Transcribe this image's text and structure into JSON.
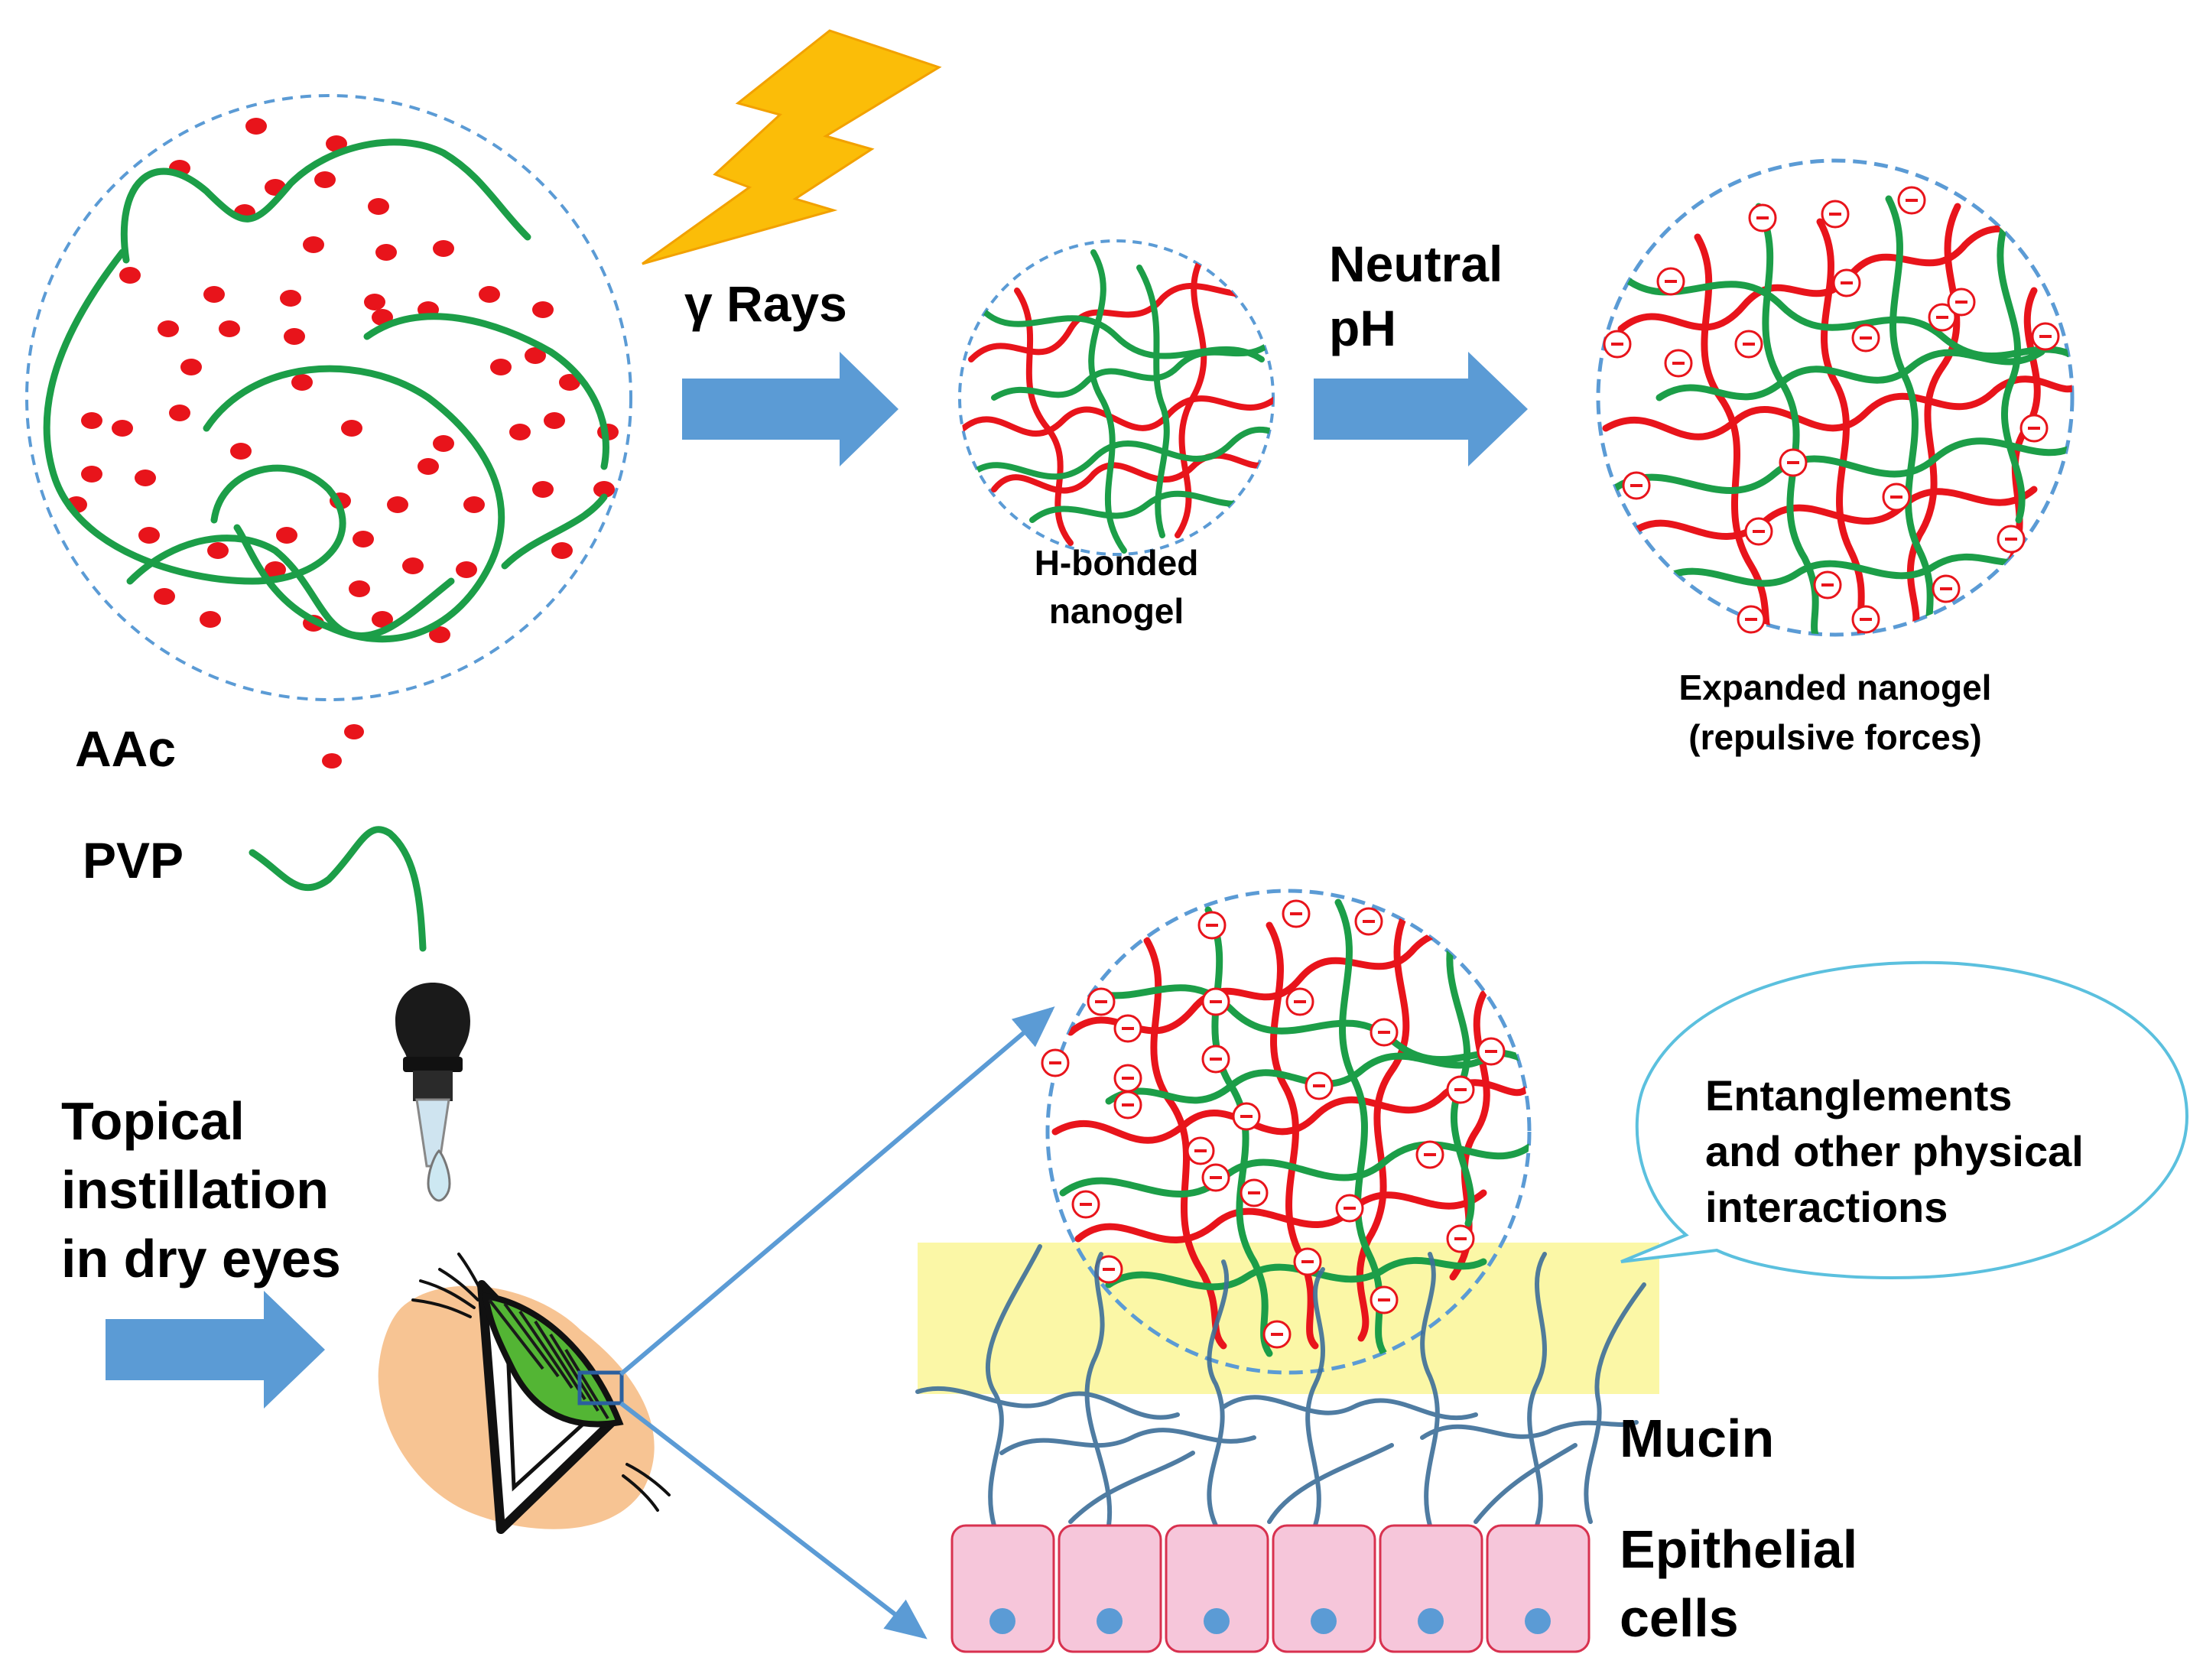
{
  "labels": {
    "gamma_rays": "γ Rays",
    "neutral_ph_line1": "Neutral",
    "neutral_ph_line2": "pH",
    "hbonded_line1": "H-bonded",
    "hbonded_line2": "nanogel",
    "expanded_line1": "Expanded nanogel",
    "expanded_line2": "(repulsive forces)",
    "legend_aac": "AAc",
    "legend_pvp": "PVP",
    "topical_line1": "Topical",
    "topical_line2": "instillation",
    "topical_line3": "in dry eyes",
    "entangle_line1": "Entanglements",
    "entangle_line2": "and other physical",
    "entangle_line3": "interactions",
    "mucin": "Mucin",
    "epithelial_line1": "Epithelial",
    "epithelial_line2": "cells",
    "charge_symbol": "−"
  },
  "colors": {
    "aac_red": "#e8141b",
    "pvp_green": "#1c9e48",
    "arrow_blue": "#5b9bd5",
    "lightning_yellow": "#fbbd08",
    "mucin_blue": "#3d6e99",
    "highlight_yellow": "#fbf7a6",
    "cell_pink": "#f6c6da",
    "cell_border": "#d8314f",
    "nucleus_blue": "#5b9bd5",
    "skin_peach": "#f7c493",
    "iris_green": "#53b534"
  }
}
